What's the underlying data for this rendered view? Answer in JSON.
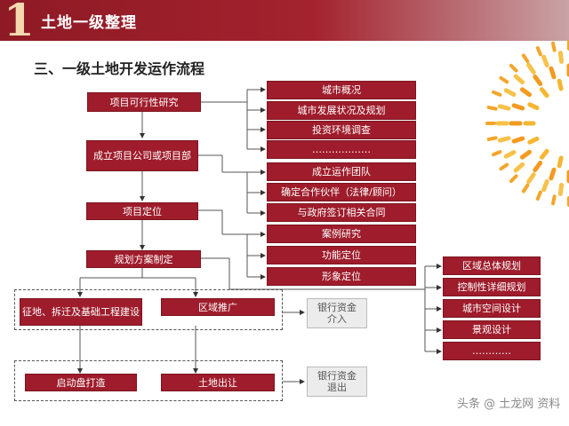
{
  "header": {
    "number": "1",
    "title": "土地一级整理"
  },
  "section_title": "三、一级土地开发运作流程",
  "left_column": {
    "feasibility": "项目可行性研究",
    "company": "成立项目公司或项目部",
    "positioning": "项目定位",
    "planning": "规划方案制定"
  },
  "middle_column": [
    "城市概况",
    "城市发展状况及规划",
    "投资环境调查",
    "………………",
    "成立运作团队",
    "确定合作伙伴（法律/顾问）",
    "与政府签订相关合同",
    "案例研究",
    "功能定位",
    "形象定位"
  ],
  "right_column": [
    "区域总体规划",
    "控制性详细规划",
    "城市空间设计",
    "景观设计",
    "…………"
  ],
  "bottom": {
    "land_acquisition": "征地、拆迁及基础工程建设",
    "promotion": "区域推广",
    "launch": "启动盘打造",
    "land_sale": "土地出让",
    "bank_funds_in": "银行资金介入",
    "bank_funds_out": "银行资金退出"
  },
  "watermark": "头条 @ 土龙网 资料"
}
